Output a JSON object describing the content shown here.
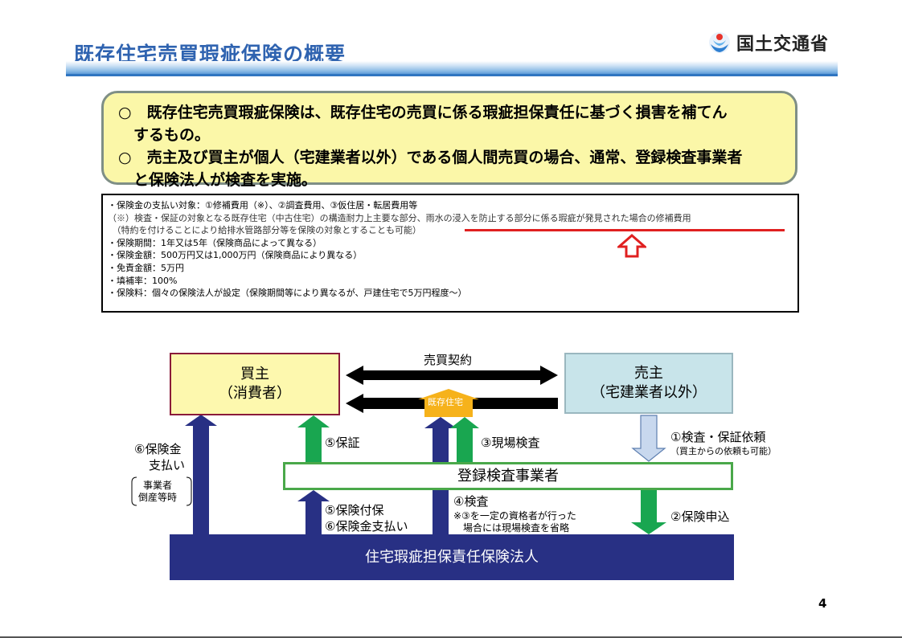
{
  "header": {
    "title": "既存住宅売買瑕疵保険の概要",
    "ministry_name": "国土交通省"
  },
  "summary": {
    "lines": [
      "○　既存住宅売買瑕疵保険は、既存住宅の売買に係る瑕疵担保責任に基づく損害を補てん",
      "　するもの。",
      "○　売主及び買主が個人（宅建業者以外）である個人間売買の場合、通常、登録検査事業者",
      "　と保険法人が検査を実施。"
    ]
  },
  "details": {
    "line1": "・保険金の支払い対象：①修補費用（※）、②調査費用、③仮住居・転居費用等",
    "line2a": "（※）検査・保証の対象となる既存住宅（中古住宅）の構造耐力上主要な部分、",
    "line2b": "雨水の浸入を防止する部分に係る瑕疵が発見された場合の修補費用",
    "line3": "　（特約を付けることにより給排水管路部分等を保険の対象とすることも可能）",
    "line4": "・保険期間：1年又は5年（保険商品によって異なる）",
    "line5": "・保険金額：500万円又は1,000万円（保険商品により異なる）",
    "line6": "・免責金額：5万円",
    "line7": "・填補率：100%",
    "line8": "・保険料：個々の保険法人が設定（保険期間等により異なるが、戸建住宅で5万円程度～）"
  },
  "diagram": {
    "buyer": {
      "line1": "買主",
      "line2": "（消費者）"
    },
    "seller": {
      "line1": "売主",
      "line2": "（宅建業者以外）"
    },
    "inspector": "登録検査事業者",
    "insurer": "住宅瑕疵担保責任保険法人",
    "contract": "売買契約",
    "existing_house": "既存住宅",
    "warranty": "⑤保証",
    "site_inspection": "③現場検査",
    "request_line1": "①検査・保証依頼",
    "request_line2": "（買主からの依頼も可能）",
    "apply": "②保険申込",
    "insurance_payout_line1": "⑥保険金",
    "insurance_payout_line2": "支払い",
    "bankruptcy_line1": "事業者",
    "bankruptcy_line2": "倒産等時",
    "grant_line1": "⑤保険付保",
    "grant_line2": "⑥保険金支払い",
    "inspection": "④検査",
    "inspection_note_line1": "※③を一定の資格者が行った",
    "inspection_note_line2": "　場合には現場検査を省略"
  },
  "page_number": "4",
  "colors": {
    "title_blue": "#2f63b0",
    "summary_bg": "#fbf7a8",
    "buyer_bg": "#fdf8ae",
    "buyer_border": "#8a1b3a",
    "seller_bg": "#c8e4ea",
    "insurer_bg": "#283084",
    "green_arrow": "#19a650",
    "navy_arrow": "#283084",
    "orange_house": "#f6b21b",
    "red_mark": "#e02020"
  }
}
